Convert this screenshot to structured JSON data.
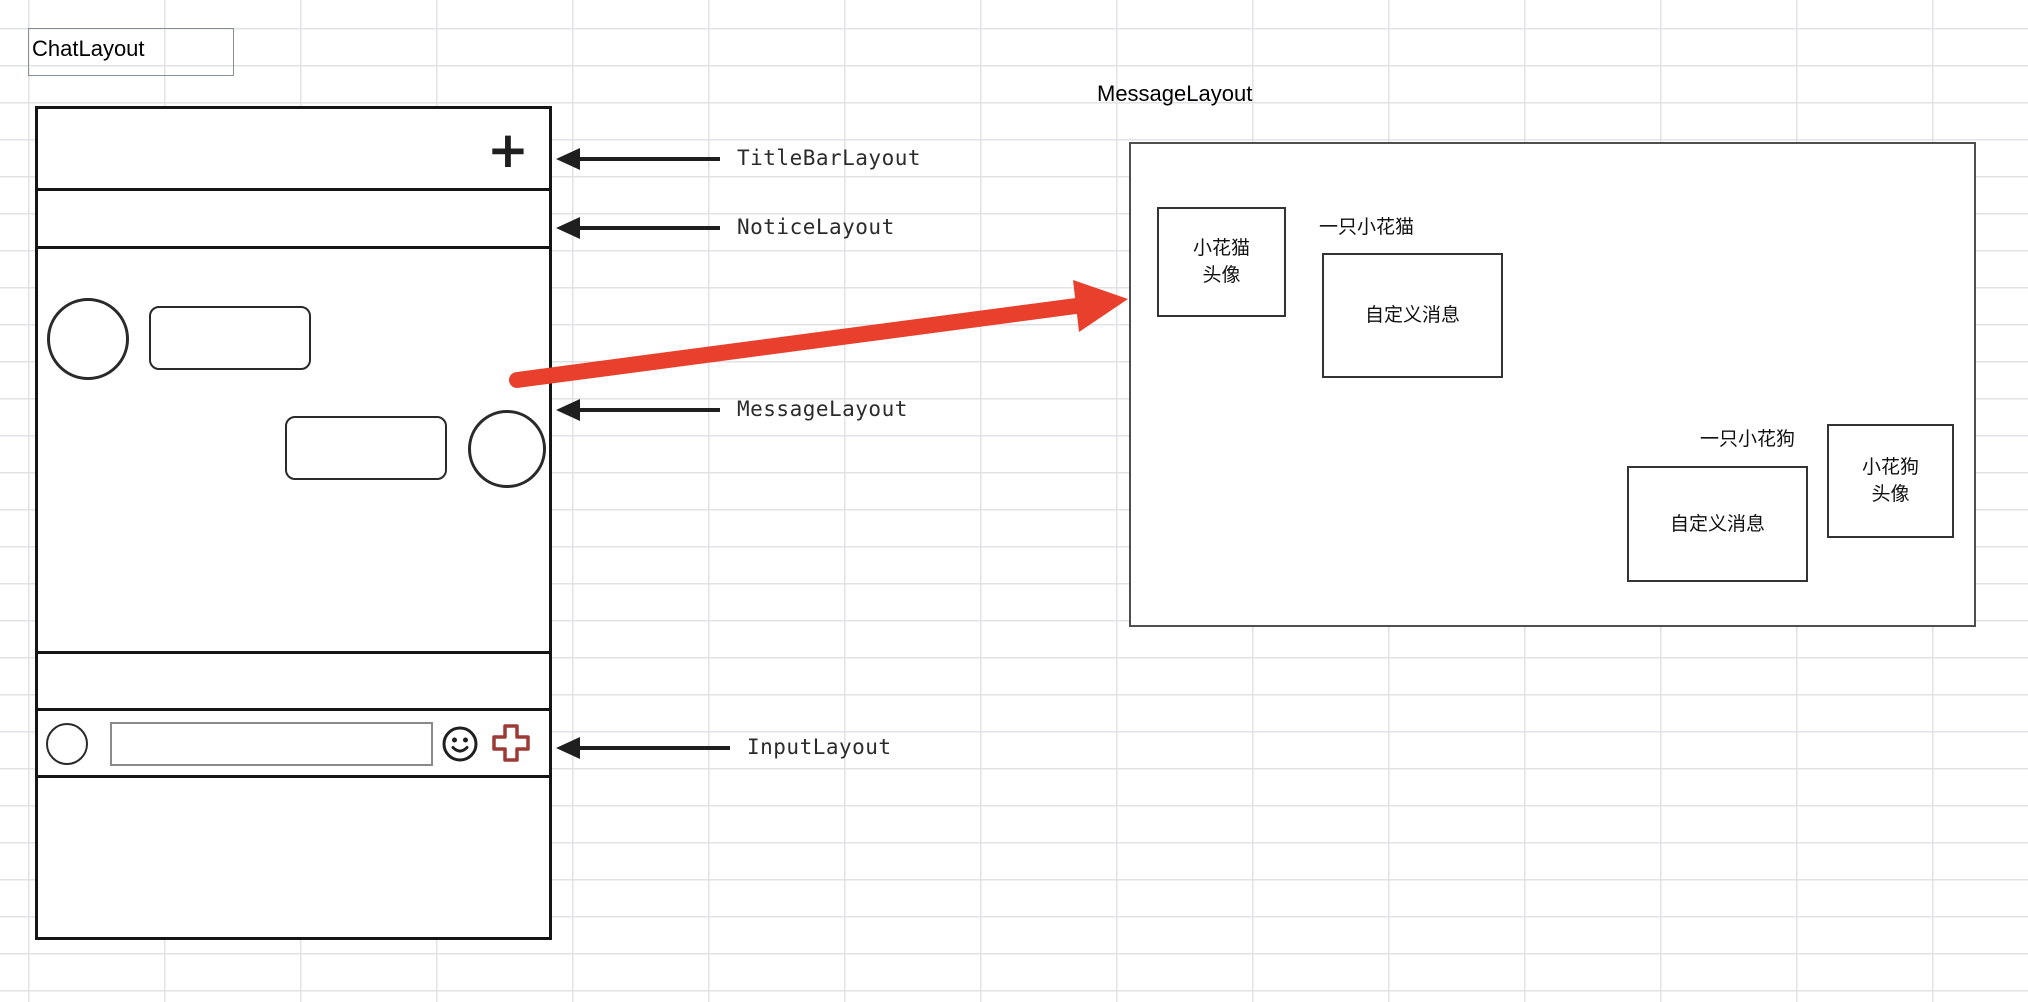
{
  "sheet": {
    "chat_label": "ChatLayout",
    "panel_title": "MessageLayout"
  },
  "callouts": [
    {
      "label": "TitleBarLayout"
    },
    {
      "label": "NoticeLayout"
    },
    {
      "label": "MessageLayout"
    },
    {
      "label": "InputLayout"
    }
  ],
  "phone": {
    "plus_icon": "+"
  },
  "icons": {
    "titlebar_plus": "plus-icon",
    "input_emoji": "smiley-face-icon",
    "input_add": "red-cross-icon"
  },
  "panel": {
    "cat": {
      "avatar_line1": "小花猫",
      "avatar_line2": "头像",
      "name": "一只小花猫",
      "message": "自定义消息"
    },
    "dog": {
      "avatar_line1": "小花狗",
      "avatar_line2": "头像",
      "name": "一只小花狗",
      "message": "自定义消息"
    }
  },
  "colors": {
    "ink": "#1f1f1f",
    "arrow_red": "#e8402c",
    "cross_maroon": "#9e3a36",
    "gridline": "#e0e2e5"
  }
}
